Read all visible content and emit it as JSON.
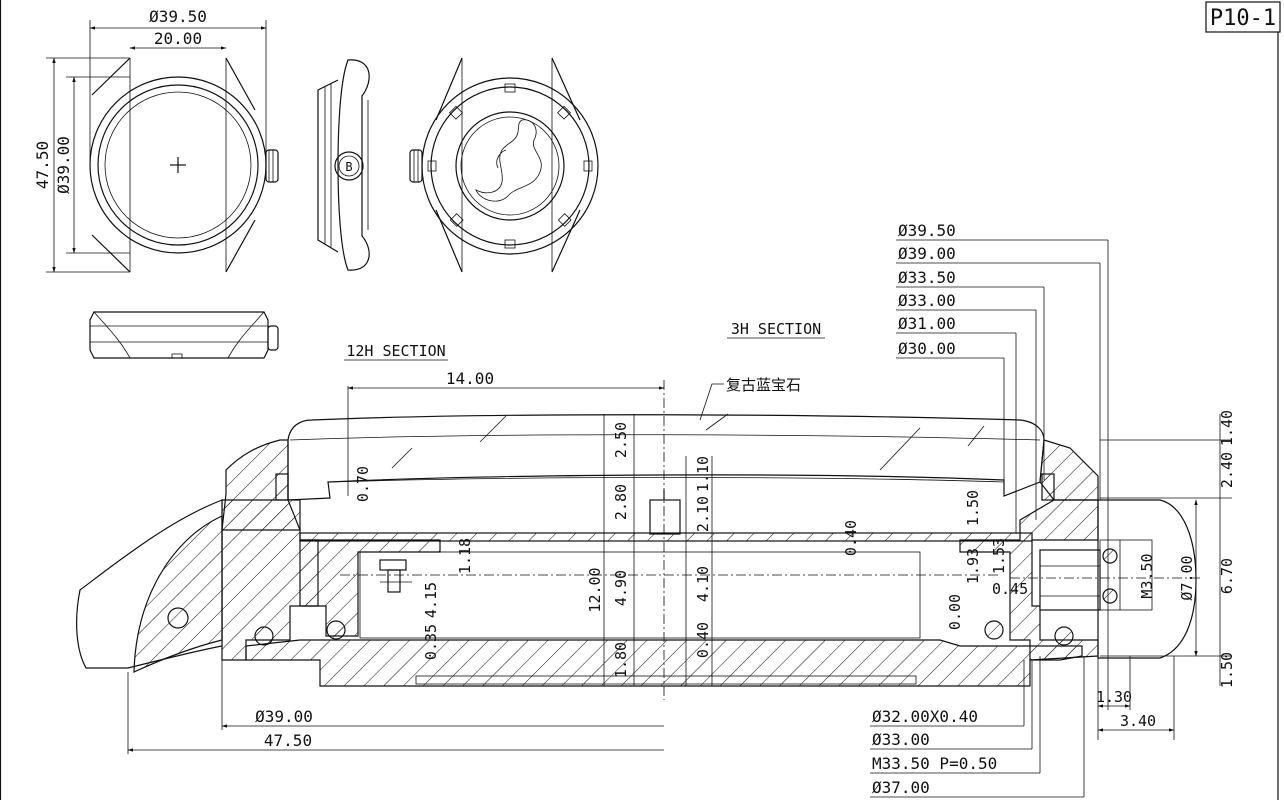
{
  "sheet_id": "P10-1",
  "top_views": {
    "outer_diameter": "Ø39.50",
    "lug_width": "20.00",
    "lug_to_lug": "47.50",
    "inner_diameter": "Ø39.00",
    "crown_letter": "B"
  },
  "section_labels": {
    "twelve_h": "12H SECTION",
    "three_h": "3H SECTION",
    "crystal_note": "复古蓝宝石"
  },
  "right_diameters": [
    "Ø39.50",
    "Ø39.00",
    "Ø33.50",
    "Ø33.00",
    "Ø31.00",
    "Ø30.00"
  ],
  "bottom_diameters": [
    "Ø32.00X0.40",
    "Ø33.00",
    "M33.50  P=0.50",
    "Ø37.00"
  ],
  "bottom_left": {
    "d1": "Ø39.00",
    "d2": "47.50"
  },
  "top_dim": "14.00",
  "vertical_dims": {
    "d_0_70": "0.70",
    "d_2_50": "2.50",
    "d_2_80": "2.80",
    "d_1_10": "1.10",
    "d_2_10": "2.10",
    "d_1_18": "1.18",
    "d_12_00": "12.00",
    "d_4_90": "4.90",
    "d_4_10": "4.10",
    "d_4_15": "4.15",
    "d_0_35": "0.35",
    "d_0_40a": "0.40",
    "d_1_80": "1.80",
    "d_0_40b": "0.40",
    "d_1_50": "1.50",
    "d_1_93": "1.93",
    "d_1_53": "1.53",
    "d_0_00": "0.00",
    "d_m3_50": "M3.50",
    "d_7_00": "Ø7.00"
  },
  "horizontal_dims": {
    "d_0_45": "0.45",
    "d_1_30": "1.30",
    "d_3_40": "3.40"
  },
  "right_edge_dims": {
    "r_1_40": "1.40",
    "r_2_40": "2.40",
    "r_6_70": "6.70",
    "r_1_50": "1.50"
  }
}
